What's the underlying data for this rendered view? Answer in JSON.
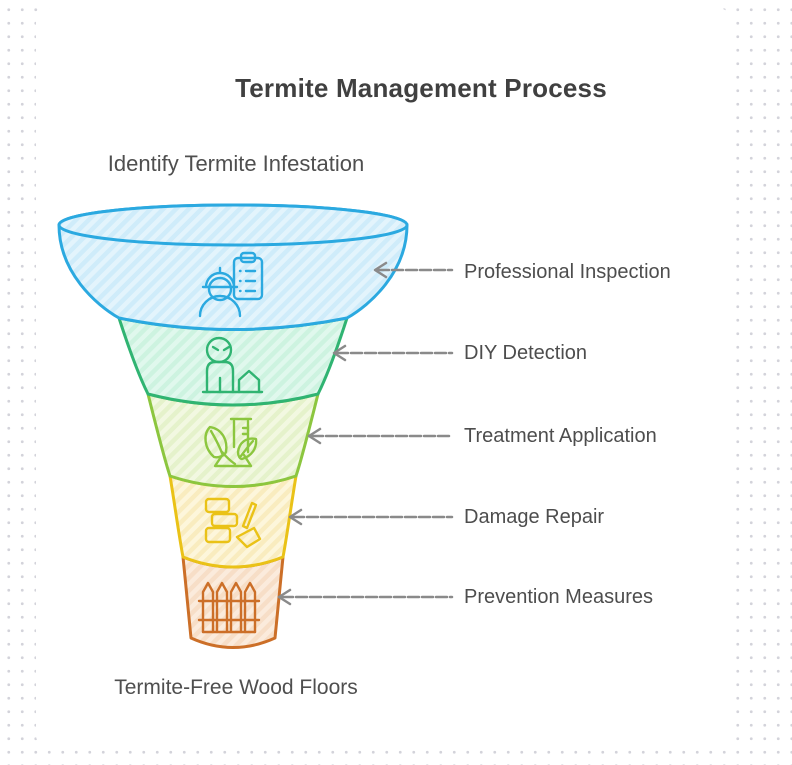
{
  "title": "Termite Management Process",
  "funnel": {
    "top_label": "Identify Termite Infestation",
    "bottom_label": "Termite-Free Wood Floors",
    "stages": [
      {
        "label": "Professional Inspection",
        "icon": "inspector-clipboard-icon",
        "color": "#2BA9E0",
        "fill_base": "#E3F4FC",
        "fill_stripe": "#CFECFA"
      },
      {
        "label": "DIY Detection",
        "icon": "person-house-icon",
        "color": "#30B472",
        "fill_base": "#E0F8ED",
        "fill_stripe": "#CDF3E0"
      },
      {
        "label": "Treatment Application",
        "icon": "plant-testtube-icon",
        "color": "#8CC63F",
        "fill_base": "#F2F8E1",
        "fill_stripe": "#E5F2CB"
      },
      {
        "label": "Damage Repair",
        "icon": "bricks-trowel-icon",
        "color": "#EAC217",
        "fill_base": "#FDF6DB",
        "fill_stripe": "#F9ECBF"
      },
      {
        "label": "Prevention Measures",
        "icon": "fence-icon",
        "color": "#CC6F28",
        "fill_base": "#FBEBDC",
        "fill_stripe": "#F7DEC7"
      }
    ],
    "arrow_color": "#8A8A8A"
  },
  "canvas": {
    "background_dot_color": "#D3D3DA",
    "card_color": "#FFFFFF",
    "title_color": "#404040",
    "label_color": "#4D4D4D"
  }
}
